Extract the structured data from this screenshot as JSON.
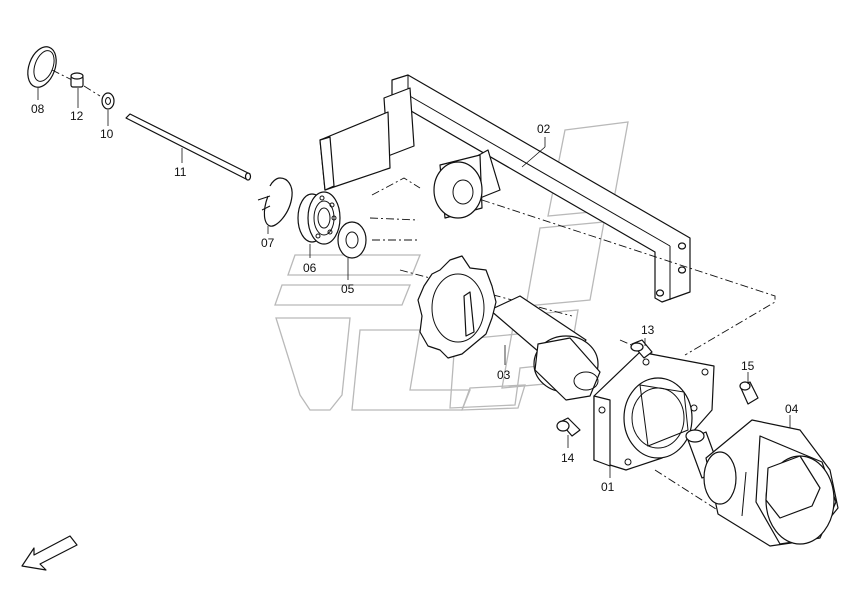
{
  "diagram": {
    "callouts": [
      {
        "id": "01",
        "text": "01"
      },
      {
        "id": "02",
        "text": "02"
      },
      {
        "id": "03",
        "text": "03"
      },
      {
        "id": "04",
        "text": "04"
      },
      {
        "id": "05",
        "text": "05"
      },
      {
        "id": "06",
        "text": "06"
      },
      {
        "id": "07",
        "text": "07"
      },
      {
        "id": "08",
        "text": "08"
      },
      {
        "id": "10",
        "text": "10"
      },
      {
        "id": "11",
        "text": "11"
      },
      {
        "id": "12",
        "text": "12"
      },
      {
        "id": "13",
        "text": "13"
      },
      {
        "id": "14",
        "text": "14"
      },
      {
        "id": "15",
        "text": "15"
      }
    ],
    "icons": {
      "direction_arrow": "arrow-down-left-icon",
      "watermark": "brand-watermark"
    }
  }
}
